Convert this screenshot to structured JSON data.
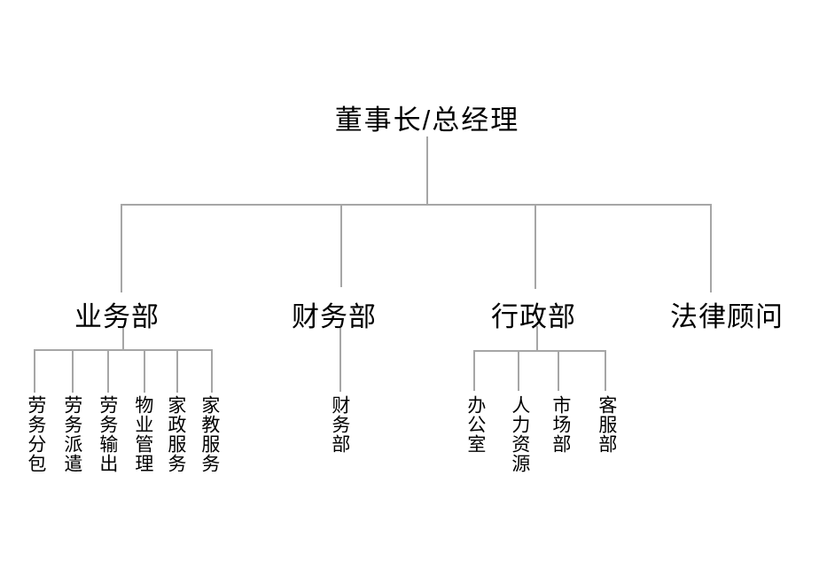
{
  "org_chart": {
    "title": "董事长/总经理",
    "departments": [
      {
        "label": "业务部",
        "children": [
          "劳务分包",
          "劳务派遣",
          "劳务输出",
          "物业管理",
          "家政服务",
          "家教服务"
        ]
      },
      {
        "label": "财务部",
        "children": [
          "财务部"
        ]
      },
      {
        "label": "行政部",
        "children": [
          "办公室",
          "人力资源",
          "市场部",
          "客服部"
        ]
      },
      {
        "label": "法律顾问",
        "children": []
      }
    ]
  },
  "colors": {
    "line": "#a6a6a6",
    "text": "#000000",
    "background": "#ffffff"
  }
}
